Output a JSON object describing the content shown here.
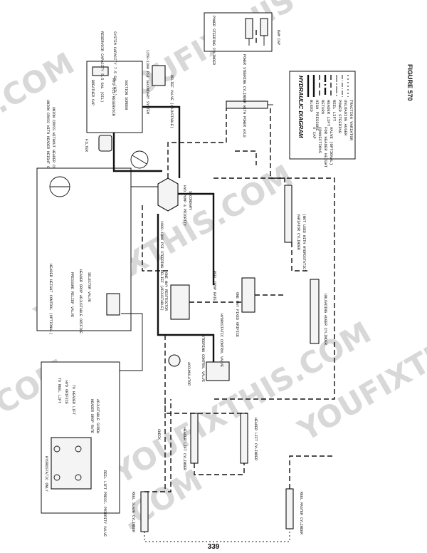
{
  "page_number": "339",
  "figure_label": "FIGURE 570",
  "watermark": "YOUFIXTHIS.COM",
  "watermark_parts": [
    "YOUFIXTHIS",
    ".COM"
  ],
  "legend": {
    "title": "HYDRAULIC DIAGRAM",
    "items": [
      "BLEED",
      "HIGH PRESSURE",
      "RETURN",
      "HEADER LIFT",
      "REEL LIFT",
      "POWER STEERING",
      "UNLOADING AUGER",
      "TRACTION VARIATOR",
      "X CAP",
      "CONNECTIONS",
      "FOR HEADER HEIGHT",
      "VALVE (OPTIONAL)"
    ]
  },
  "labels": {
    "reservoir_capacity": "RESERVOIR CAPACITY 5.5 GAL (OIL)",
    "system_capacity": "SYSTEM CAPACITY 7.5 GAL (OIL)",
    "breather_cap": "BREATHER CAP",
    "hyd_oil_reservoir": "HYD OIL RESERVOIR",
    "suction_screen": "SUCTION SCREEN",
    "relief_secondary": "1250-1300 PSI SECONDARY SYSTEM",
    "relief_valve": "RELIEF VALVE (ADJUSTABLE)",
    "filter": "FILTER",
    "union_cross": "UNION CROSS WITH HEADER HEIGHT CONTROL",
    "union_tee": "UNION CROSS WITHOUT HEADER CONTROL",
    "hyd_pump": "HYD PUMP & PRIORITY",
    "pump_secondary": "SECONDARY",
    "steering_relief": "1800-1900 PSI STEERING RELIEF (ADJUSTABLE)",
    "header_height_control": "HEADER HEIGHT CONTROL (OPTIONAL)",
    "pressure_relief": "PRESSURE RELIEF VALVE",
    "header_drop_orifice": "HEADER DROP ADJUSTABLE ORIFICE",
    "selector_valve": "SELECTOR VALVE",
    "power_steering_top": "POWER STEERING CYLINDER",
    "ram_cap": "RAM CAP",
    "steering_assy": "POWER STEERING CYLINDER WITH POWER AXLE",
    "variator_cylinder": "VARIATOR CYLINDER",
    "variator_note": "(NOT USED WITH HYDROSTATIC)",
    "unloading_auger": "UNLOADING AUGER CYLINDER",
    "one_way_restrictor": "ONE WAY RESTRICTOR",
    "reel_drop_rate": "REEL DROP RATE",
    "one_way_fixed": "ONE WAY FIXED ORIFICE",
    "control_valve": "HYDROSTATIC CONTROL VALVE",
    "steering_control": "STEERING CONTROL VALVE",
    "accumulator": "ACCUMULATOR",
    "check": "CHECK",
    "hydrostatic_only": "HYDROSTATIC ONLY",
    "to_reel_lift": "TO REEL LIFT",
    "hyd_orifice": "HYD ORIFICE",
    "to_header_lift": "TO HEADER LIFT",
    "header_drop_rate": "HEADER DROP RATE",
    "header_drop_screw": "ADJUSTABLE SCREW",
    "reel_lift_pressure": "REEL LIFT PRESS. PRIORITY VALVE",
    "header_lift_cyl_1": "HEADER LIFT CYLINDER",
    "header_lift_cyl_2": "HEADER LIFT CYLINDER",
    "reel_slave": "REEL SLAVE CYLINDER",
    "reel_master": "REEL MASTER CYLINDER"
  }
}
